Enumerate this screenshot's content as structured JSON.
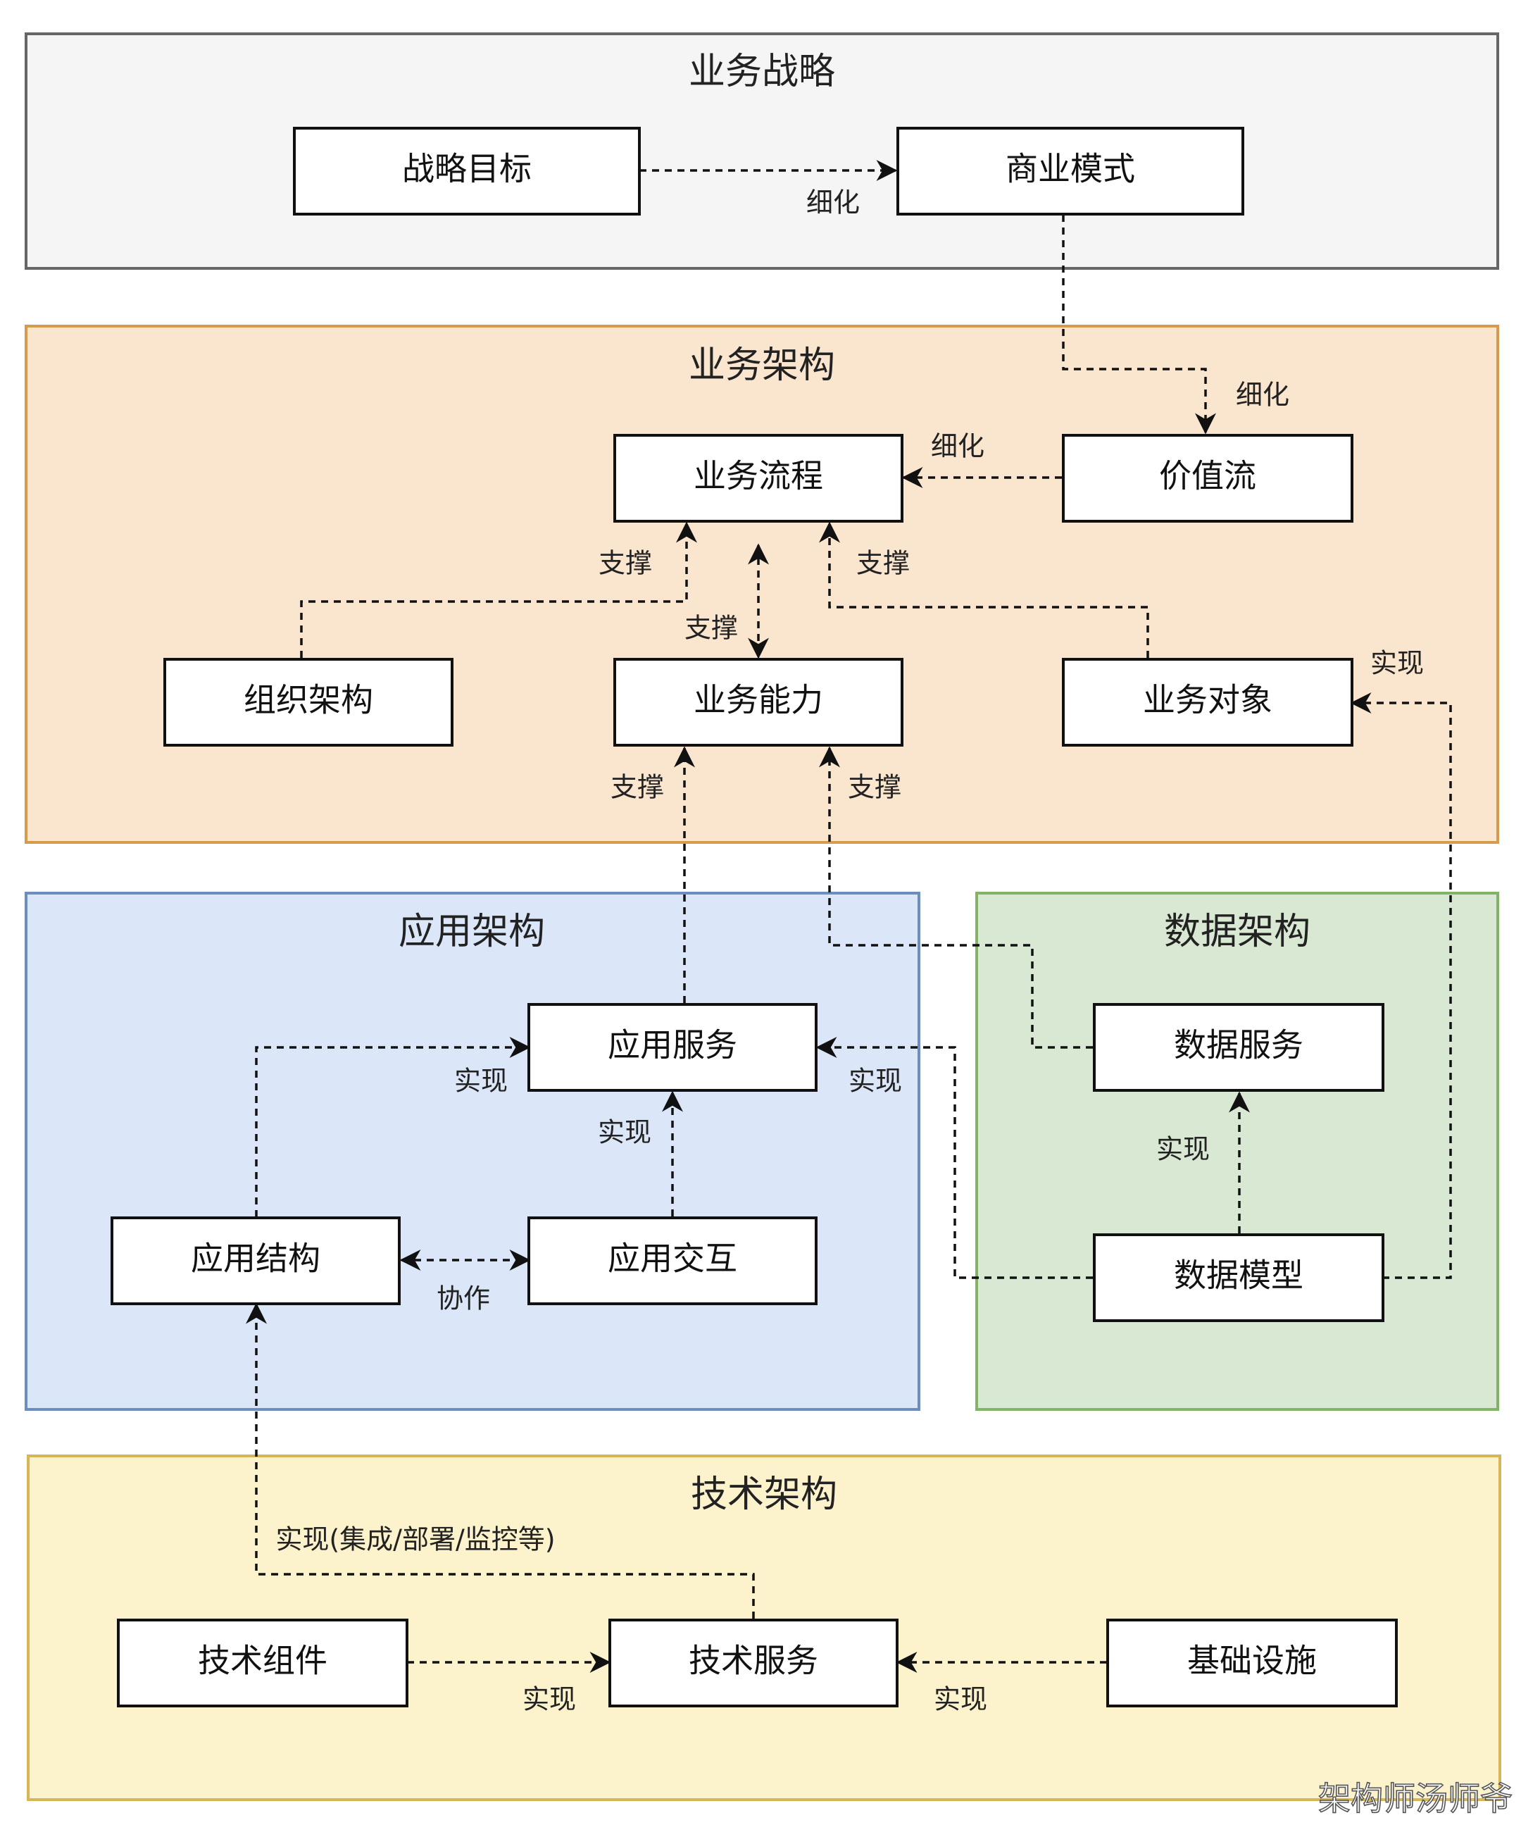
{
  "sections": {
    "strategy": {
      "title": "业务战略",
      "fill": "#f5f5f5",
      "stroke": "#666666"
    },
    "business": {
      "title": "业务架构",
      "fill": "#fae6cf",
      "stroke": "#d79b4e"
    },
    "application": {
      "title": "应用架构",
      "fill": "#dbe7f9",
      "stroke": "#6c8ebf"
    },
    "data": {
      "title": "数据架构",
      "fill": "#d8e8d3",
      "stroke": "#82b366"
    },
    "technology": {
      "title": "技术架构",
      "fill": "#fcf2cc",
      "stroke": "#d6b656"
    }
  },
  "nodes": {
    "strategic_goal": "战略目标",
    "business_model": "商业模式",
    "business_process": "业务流程",
    "value_stream": "价值流",
    "org_structure": "组织架构",
    "business_capability": "业务能力",
    "business_object": "业务对象",
    "app_service": "应用服务",
    "app_structure": "应用结构",
    "app_interaction": "应用交互",
    "data_service": "数据服务",
    "data_model": "数据模型",
    "tech_component": "技术组件",
    "tech_service": "技术服务",
    "infrastructure": "基础设施"
  },
  "edge_labels": {
    "goal_to_model": "细化",
    "model_to_value": "细化",
    "value_to_process": "细化",
    "org_support": "支撑",
    "capability_support": "支撑",
    "object_support": "支撑",
    "app_support": "支撑",
    "data_support": "支撑",
    "data_model_to_object": "实现",
    "structure_to_app_service": "实现",
    "interaction_to_app_service": "实现",
    "data_model_to_app_service": "实现",
    "structure_interaction": "协作",
    "data_model_to_data_service": "实现",
    "tech_to_structure": "实现(集成/部署/监控等)",
    "component_to_tech_service": "实现",
    "infra_to_tech_service": "实现"
  },
  "watermark": "架构师汤师爷"
}
